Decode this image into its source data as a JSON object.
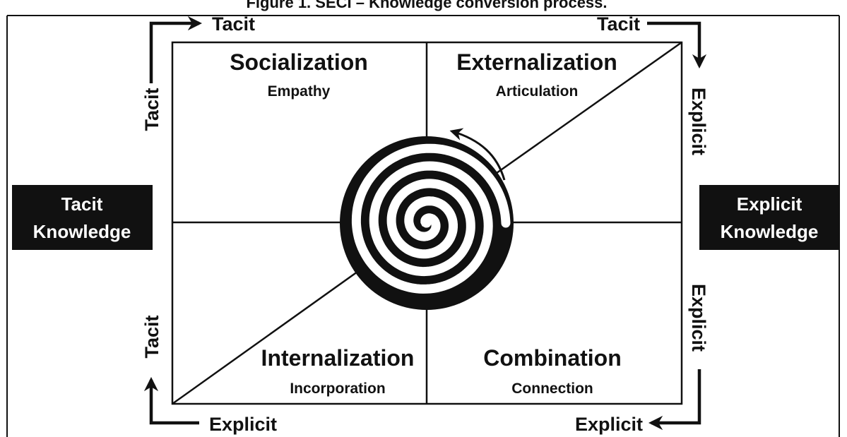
{
  "title": "Figure 1. SECI – Knowledge conversion process.",
  "side_boxes": {
    "left": [
      "Tacit",
      "Knowledge"
    ],
    "right": [
      "Explicit",
      "Knowledge"
    ]
  },
  "quadrants": {
    "socialization": {
      "name": "Socialization",
      "sub": "Empathy"
    },
    "externalization": {
      "name": "Externalization",
      "sub": "Articulation"
    },
    "internalization": {
      "name": "Internalization",
      "sub": "Incorporation"
    },
    "combination": {
      "name": "Combination",
      "sub": "Connection"
    }
  },
  "edge_labels": {
    "top_left": "Tacit",
    "top_right": "Tacit",
    "bottom_left": "Explicit",
    "bottom_right": "Explicit",
    "left_top": "Tacit",
    "left_bottom": "Tacit",
    "right_top": "Explicit",
    "right_bottom": "Explicit"
  },
  "colors": {
    "ink": "#111111",
    "paper": "#ffffff"
  }
}
